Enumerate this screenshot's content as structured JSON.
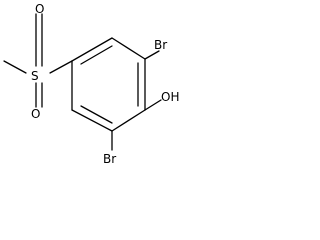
{
  "structure": {
    "atoms": {
      "sulfur": "S",
      "oxygen_top": "O",
      "oxygen_bottom": "O",
      "bromine_top": "Br",
      "bromine_bottom": "Br",
      "hydroxyl": "OH"
    },
    "colors": {
      "bond": "#000000",
      "label": "#000000",
      "background": "#ffffff"
    }
  }
}
